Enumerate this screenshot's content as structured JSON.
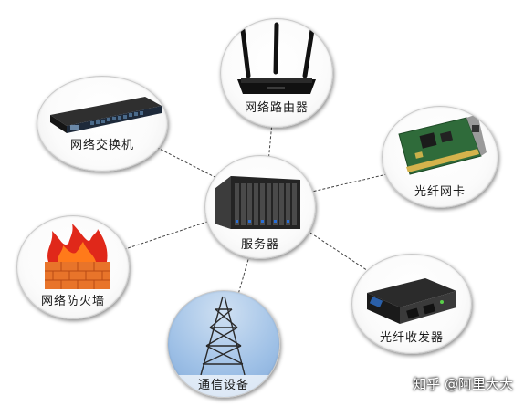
{
  "center": {
    "label": "服务器"
  },
  "nodes": {
    "router": {
      "label": "网络路由器"
    },
    "switch": {
      "label": "网络交换机"
    },
    "nic": {
      "label": "光纤网卡"
    },
    "firewall": {
      "label": "网络防火墙"
    },
    "transceiver": {
      "label": "光纤收发器"
    },
    "telecom": {
      "label": "通信设备"
    }
  },
  "watermark": "知乎 @阿里大大",
  "icons": {
    "router": "router-icon",
    "switch": "network-switch-icon",
    "nic": "fiber-network-card-icon",
    "firewall": "firewall-icon",
    "transceiver": "fiber-transceiver-icon",
    "telecom": "telecom-tower-icon",
    "server": "server-rack-icon"
  }
}
